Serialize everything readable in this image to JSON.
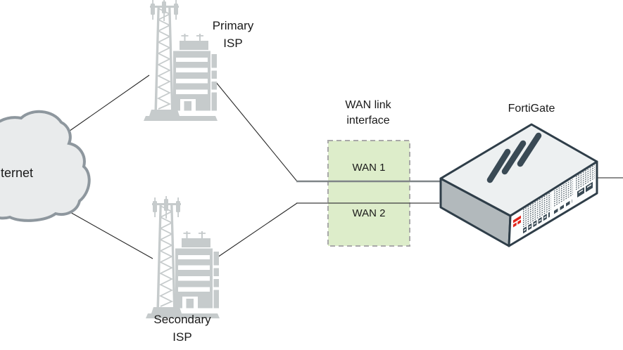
{
  "diagram": {
    "internet": {
      "label": "ternet"
    },
    "primary_isp": {
      "line1": "Primary",
      "line2": "ISP"
    },
    "secondary_isp": {
      "line1": "Secondary",
      "line2": "ISP"
    },
    "wan_box": {
      "title_line1": "WAN link",
      "title_line2": "interface",
      "wan1_label": "WAN 1",
      "wan2_label": "WAN 2"
    },
    "fortigate": {
      "label": "FortiGate"
    },
    "colors": {
      "cloud_fill": "#e9ebec",
      "cloud_stroke": "#8e979e",
      "isp_icon_gray": "#c6cbcc",
      "wan_box_fill": "#ddedca",
      "wan_box_border": "#a9a9a9",
      "device_top": "#edf0f1",
      "device_side": "#b2b9bc",
      "device_front": "#fcfdfd",
      "device_outline": "#2f3e49",
      "vent_dark": "#3a4a55",
      "logo_red": "#e2231a",
      "line_dark": "#262626",
      "wan1_line_gray": "#7f8487"
    }
  }
}
